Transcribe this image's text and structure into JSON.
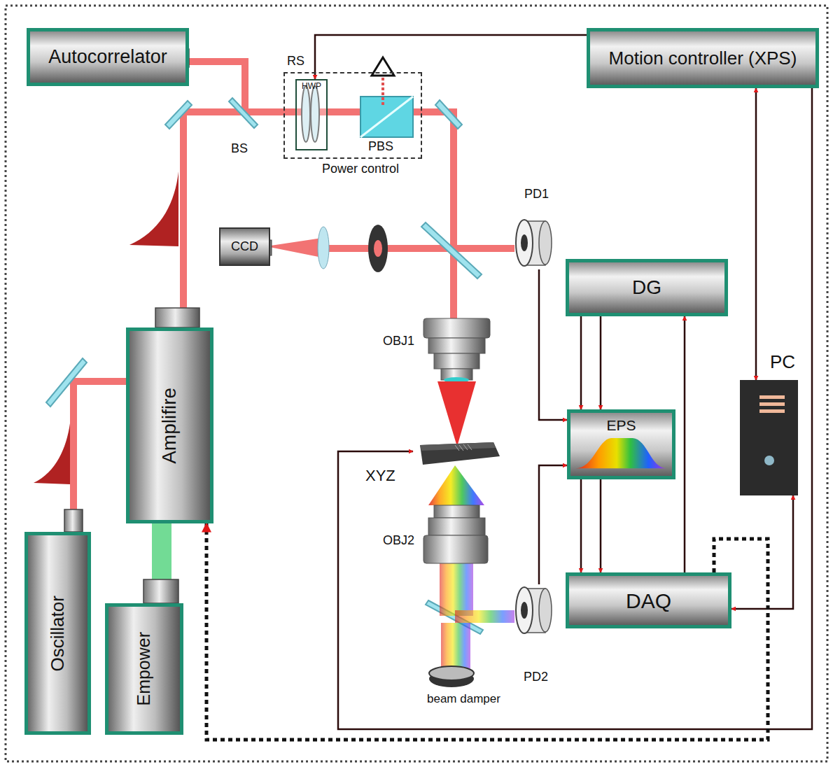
{
  "diagram": {
    "nodes": [
      {
        "text": [
          "Autocorrelator"
        ]
      },
      {
        "text": [
          "Motion controller (XPS)"
        ]
      },
      {
        "text": [
          "RS",
          "Power control"
        ]
      },
      {
        "text": [
          "HWP"
        ],
        "in": 2
      },
      {
        "text": [
          "CCD"
        ]
      },
      {
        "text": [
          "PD1"
        ]
      },
      {
        "text": [
          "DG"
        ]
      },
      {
        "text": [
          "EPS"
        ]
      },
      {
        "text": [
          "XYZ"
        ]
      },
      {
        "text": [
          "PC"
        ]
      },
      {
        "text": [
          "DAQ"
        ]
      },
      {
        "text": [
          "PD2"
        ]
      },
      {
        "text": [
          "Amplifire"
        ]
      },
      {
        "text": [
          "Oscillator"
        ]
      },
      {
        "text": [
          "Empower"
        ]
      }
    ],
    "edges": [
      {
        "from": 1,
        "to": 3,
        "arrow": "to"
      },
      {
        "from": 5,
        "to": 7,
        "arrow": "to"
      },
      {
        "from": 6,
        "to": 7,
        "arrow": "to"
      },
      {
        "from": 6,
        "to": 7,
        "arrow": "to"
      },
      {
        "from": 7,
        "to": 10,
        "arrow": "to"
      },
      {
        "from": 7,
        "to": 10,
        "arrow": "to"
      },
      {
        "from": 11,
        "to": 7,
        "arrow": "to"
      },
      {
        "from": 10,
        "to": 6,
        "arrow": "to"
      },
      {
        "from": 1,
        "to": 9,
        "arrow": "both"
      },
      {
        "from": 1,
        "to": 8,
        "arrow": "to"
      },
      {
        "from": 10,
        "to": 9,
        "arrow": "both"
      },
      {
        "from": 10,
        "to": 12,
        "arrow": "to"
      }
    ],
    "labels": [
      "BS",
      "PBS",
      "OBJ1",
      "OBJ2",
      "beam damper"
    ]
  }
}
